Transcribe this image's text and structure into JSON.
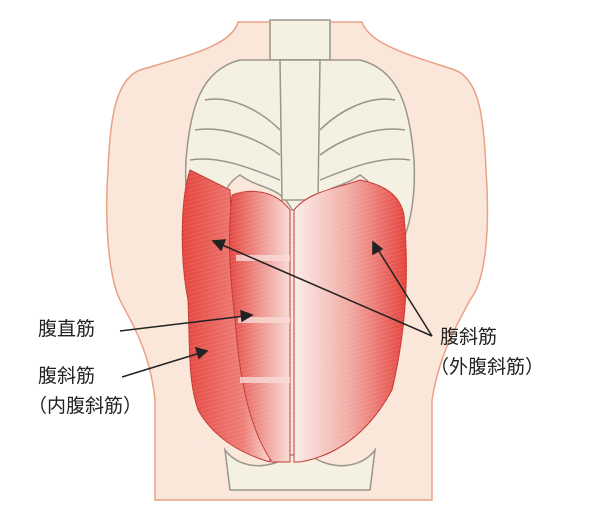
{
  "labels": {
    "rectus": "腹直筋",
    "internal_oblique_main": "腹斜筋",
    "internal_oblique_sub": "（内腹斜筋）",
    "external_oblique_main": "腹斜筋",
    "external_oblique_sub": "（外腹斜筋）"
  },
  "colors": {
    "skin": "#fbe6da",
    "skin_outline": "#e9a285",
    "bone": "#f4f0e2",
    "bone_outline": "#9a958a",
    "muscle": "#e8554c",
    "muscle_light": "#f6c9c3"
  }
}
